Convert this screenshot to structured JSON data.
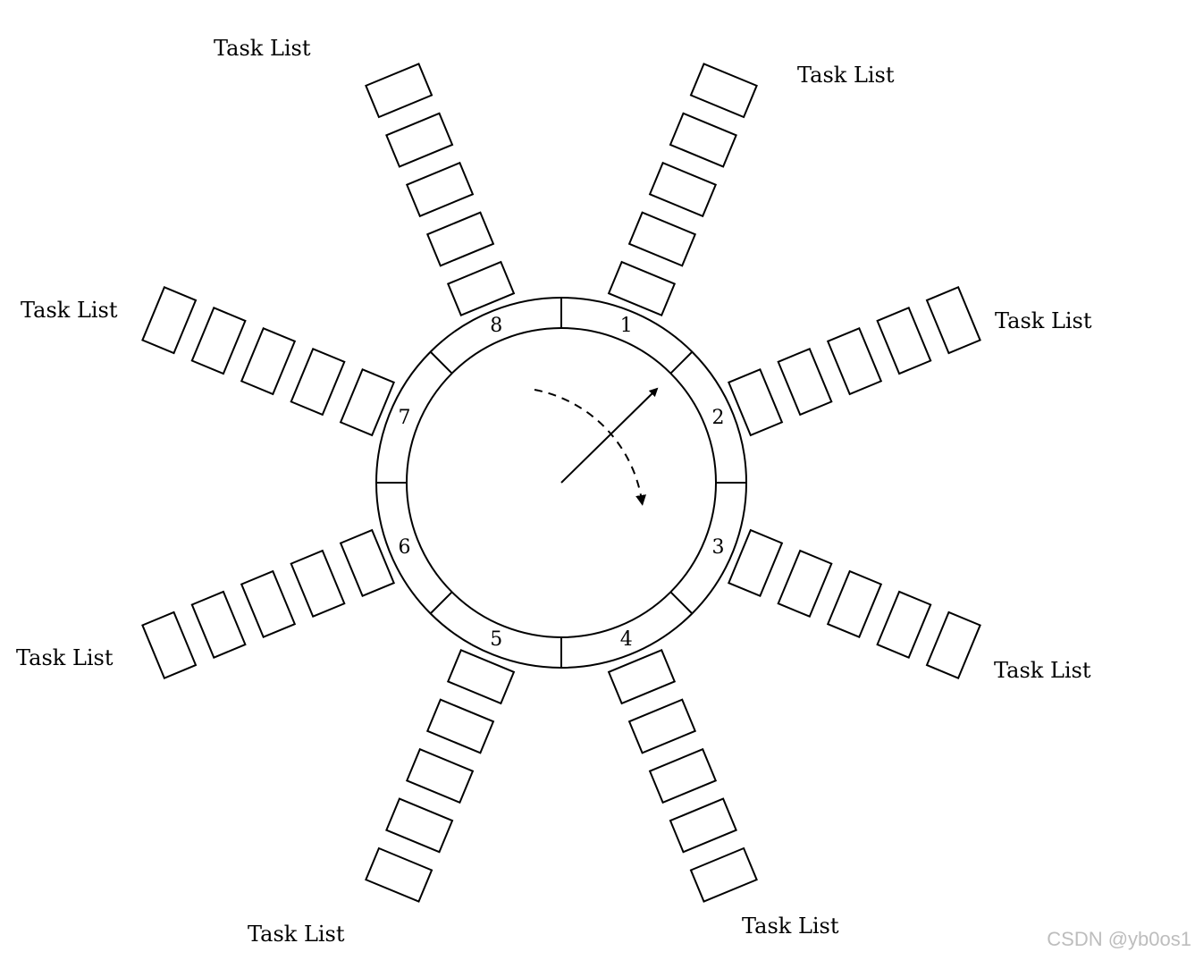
{
  "wheel": {
    "slots": [
      "1",
      "2",
      "3",
      "4",
      "5",
      "6",
      "7",
      "8"
    ]
  },
  "task_list_label": "Task List",
  "branches": [
    {
      "slot": "1",
      "label": "Task List"
    },
    {
      "slot": "2",
      "label": "Task List"
    },
    {
      "slot": "3",
      "label": "Task List"
    },
    {
      "slot": "4",
      "label": "Task List"
    },
    {
      "slot": "5",
      "label": "Task List"
    },
    {
      "slot": "6",
      "label": "Task List"
    },
    {
      "slot": "7",
      "label": "Task List"
    },
    {
      "slot": "8",
      "label": "Task List"
    }
  ],
  "tasks_per_list": 5,
  "watermark": "CSDN @yb0os1",
  "colors": {
    "stroke": "#000000",
    "watermark": "#bdbdbd"
  }
}
